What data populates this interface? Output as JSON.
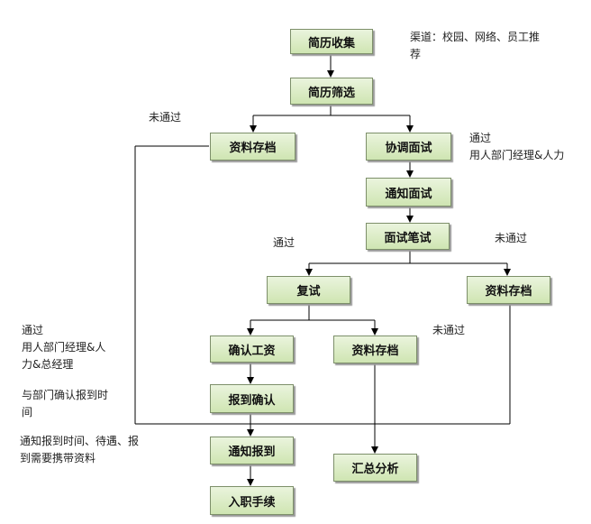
{
  "nodes": {
    "resume_collect": "简历收集",
    "resume_screen": "简历筛选",
    "archive_1": "资料存档",
    "coordinate_interview": "协调面试",
    "notify_interview": "通知面试",
    "interview_test": "面试笔试",
    "reinterview": "复试",
    "archive_2": "资料存档",
    "confirm_salary": "确认工资",
    "archive_3": "资料存档",
    "report_confirm": "报到确认",
    "notify_report": "通知报到",
    "summary_analysis": "汇总分析",
    "onboarding": "入职手续"
  },
  "notes": {
    "channel_line1": "渠道：校园、网络、员工推",
    "channel_line2": "荐",
    "not_passed_1": "未通过",
    "passed_1_line1": "通过",
    "passed_1_line2": "用人部门经理&人力",
    "passed_2": "通过",
    "not_passed_2": "未通过",
    "not_passed_3": "未通过",
    "passed_3_line1": "通过",
    "passed_3_line2": "用人部门经理&人",
    "passed_3_line3": "力&总经理",
    "confirm_time_line1": "与部门确认报到时",
    "confirm_time_line2": "间",
    "notify_details_line1": "通知报到时间、待遇、报",
    "notify_details_line2": "到需要携带资料"
  }
}
